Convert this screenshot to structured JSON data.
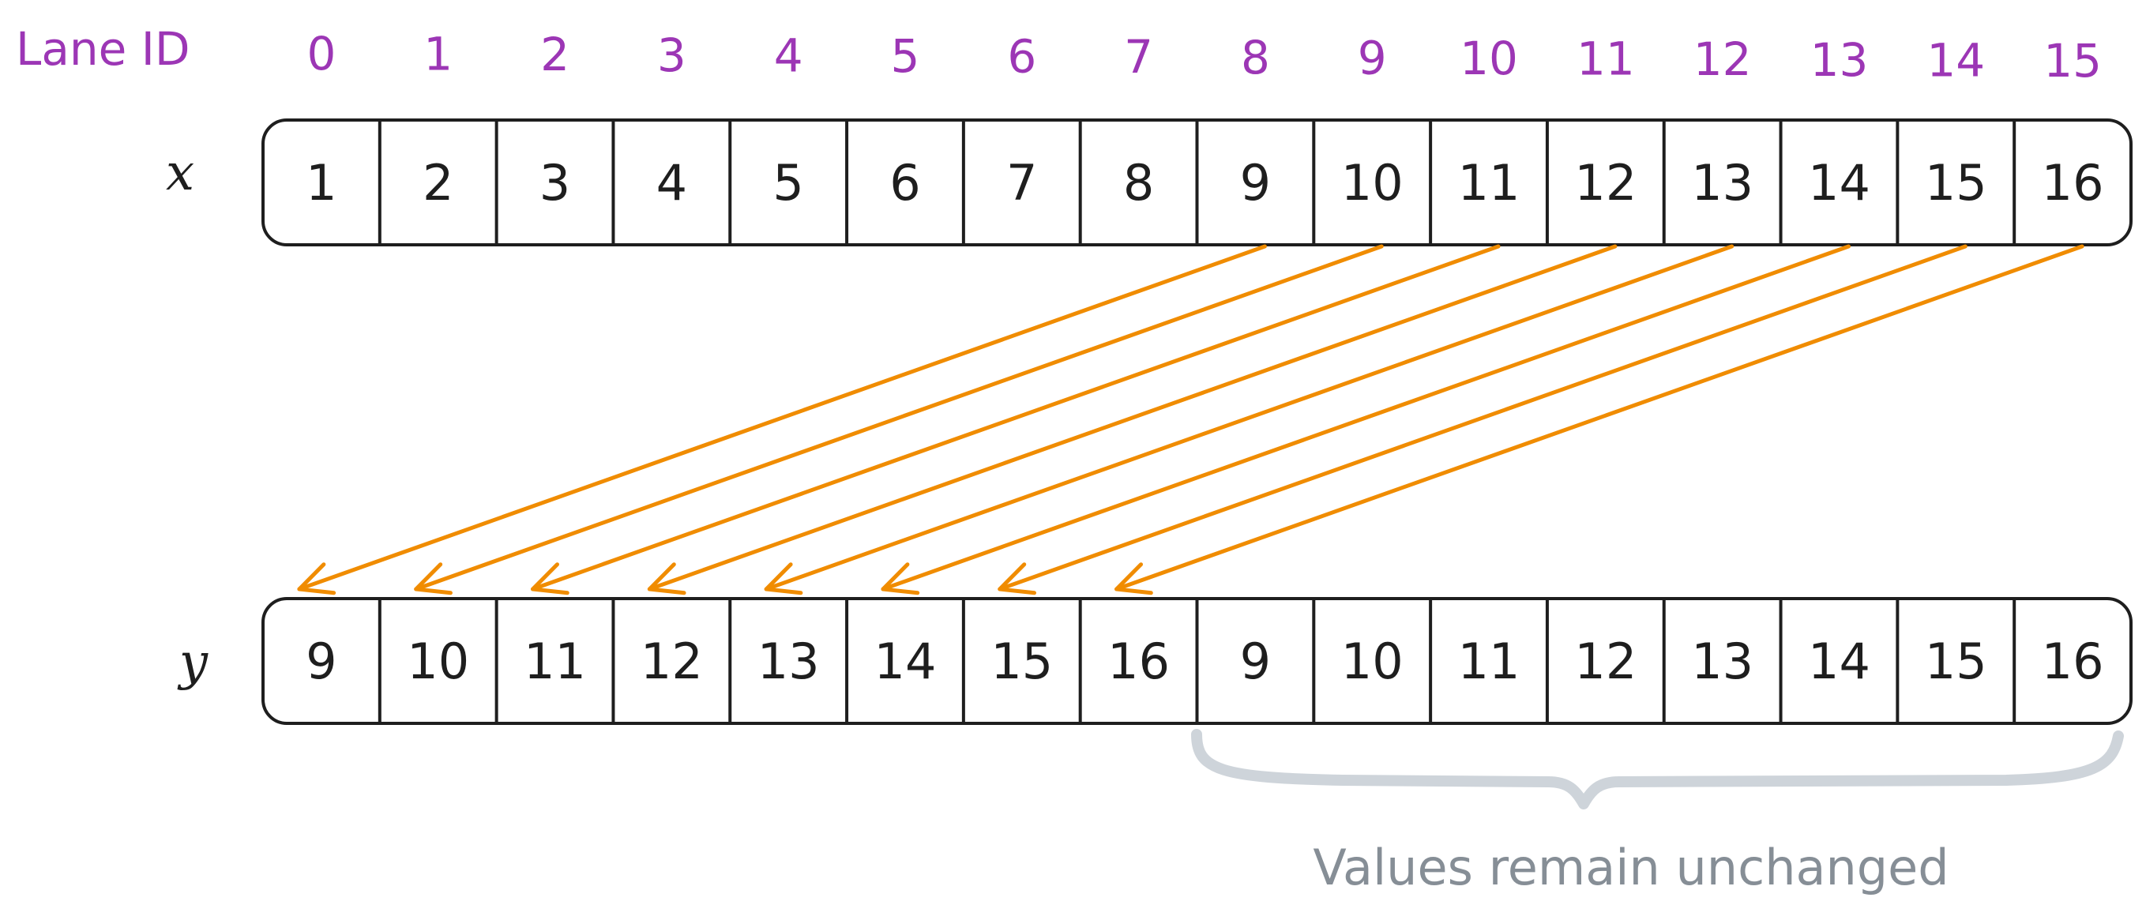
{
  "lane_header": {
    "label": "Lane ID",
    "ids": [
      "0",
      "1",
      "2",
      "3",
      "4",
      "5",
      "6",
      "7",
      "8",
      "9",
      "10",
      "11",
      "12",
      "13",
      "14",
      "15"
    ]
  },
  "rows": [
    {
      "name": "x",
      "values": [
        "1",
        "2",
        "3",
        "4",
        "5",
        "6",
        "7",
        "8",
        "9",
        "10",
        "11",
        "12",
        "13",
        "14",
        "15",
        "16"
      ]
    },
    {
      "name": "y",
      "values": [
        "9",
        "10",
        "11",
        "12",
        "13",
        "14",
        "15",
        "16",
        "9",
        "10",
        "11",
        "12",
        "13",
        "14",
        "15",
        "16"
      ]
    }
  ],
  "shuffle": {
    "from_row": "x",
    "to_row": "y",
    "source_lanes": [
      8,
      9,
      10,
      11,
      12,
      13,
      14,
      15
    ],
    "target_lanes": [
      0,
      1,
      2,
      3,
      4,
      5,
      6,
      7
    ]
  },
  "note": {
    "text": "Values remain unchanged",
    "covers_lanes": [
      8,
      15
    ]
  },
  "colors": {
    "lane_id": "#9c36b5",
    "text": "#1e1e1e",
    "arrow": "#f08c00",
    "brace": "#ced4da",
    "note": "#868e96"
  }
}
